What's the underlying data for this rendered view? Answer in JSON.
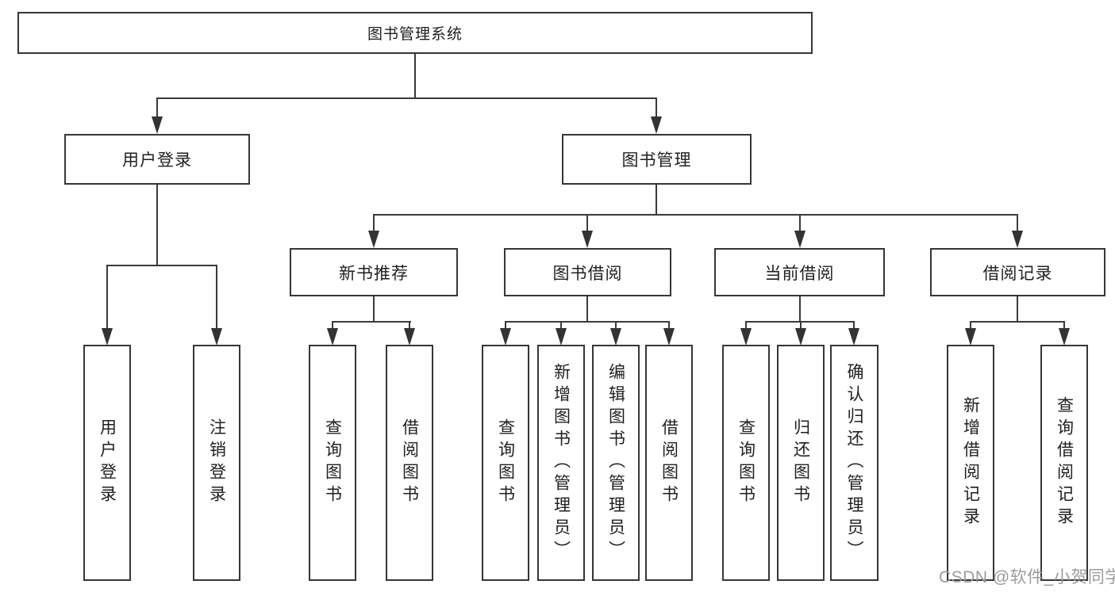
{
  "nodes": {
    "root": "图书管理系统",
    "user_login": "用户登录",
    "book_mgmt": "图书管理",
    "new_book_rec": "新书推荐",
    "book_borrow": "图书借阅",
    "current_borrow": "当前借阅",
    "borrow_record": "借阅记录",
    "leaf_user_login": "用户登录",
    "leaf_logout": "注销登录",
    "leaf_query_book_rec": "查询图书",
    "leaf_borrow_book_rec": "借阅图书",
    "leaf_query_book_borrow": "查询图书",
    "leaf_add_book_admin": "新增图书（管理员）",
    "leaf_edit_book_admin": "编辑图书（管理员）",
    "leaf_borrow_book_borrow": "借阅图书",
    "leaf_query_book_current": "查询图书",
    "leaf_return_book": "归还图书",
    "leaf_confirm_return_admin": "确认归还（管理员）",
    "leaf_add_borrow_record": "新增借阅记录",
    "leaf_query_borrow_record": "查询借阅记录"
  },
  "hierarchy": {
    "图书管理系统": {
      "用户登录": [
        "用户登录",
        "注销登录"
      ],
      "图书管理": {
        "新书推荐": [
          "查询图书",
          "借阅图书"
        ],
        "图书借阅": [
          "查询图书",
          "新增图书（管理员）",
          "编辑图书（管理员）",
          "借阅图书"
        ],
        "当前借阅": [
          "查询图书",
          "归还图书",
          "确认归还（管理员）"
        ],
        "借阅记录": [
          "新增借阅记录",
          "查询借阅记录"
        ]
      }
    }
  },
  "watermark": "CSDN @软件_小贺同学",
  "colors": {
    "line": "#3a3a3a",
    "box_border": "#363636",
    "text": "#1f1f1f",
    "watermark": "#9c9c9c",
    "background": "#ffffff"
  }
}
